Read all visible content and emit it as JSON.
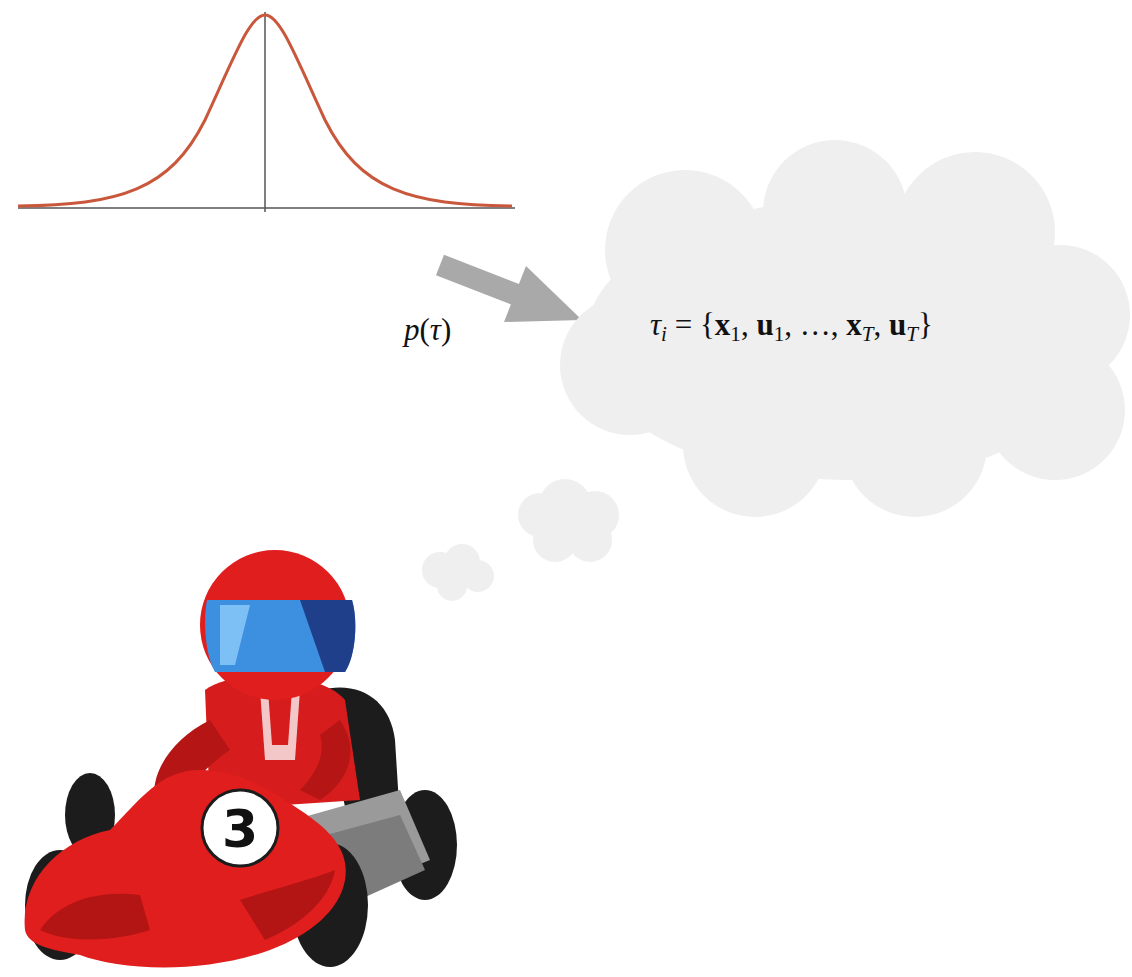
{
  "diagram": {
    "nodes": [
      {
        "text": [
          "τi = {x1, u1, …, xT, uT}"
        ]
      }
    ],
    "labels": [
      "p(τ)",
      "3"
    ]
  }
}
